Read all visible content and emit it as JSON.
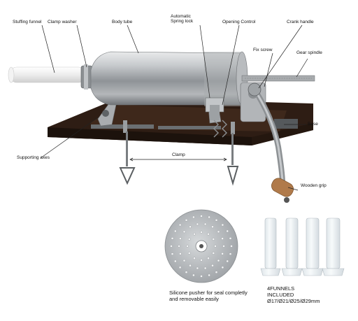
{
  "labels": {
    "stuffing_funnel": "Stuffing funnel",
    "clamp_washer": "Clamp washer",
    "body_tube": "Body tube",
    "spring_lock": "Automatic Spring lock",
    "opening_control": "Opening Control",
    "crank_handle": "Crank handle",
    "fix_screw": "Fix screw",
    "gear_spindle": "Gear spindle",
    "base": "Base",
    "supporting_axes": "Supporting axes",
    "clamp": "Clamp",
    "wooden_grip": "Wooden grip"
  },
  "captions": {
    "pusher": "Silicone pusher for seal completly and removable easily",
    "funnels_line1": "4FUNNELS",
    "funnels_line2": "INCLUDED",
    "funnels_line3": "Ø17/Ø21/Ø25/Ø29mm"
  },
  "colors": {
    "label_line": "#222222",
    "wood_base": "#3a2418",
    "steel": "#b9bcbf",
    "wooden_grip": "#b07a4a"
  }
}
